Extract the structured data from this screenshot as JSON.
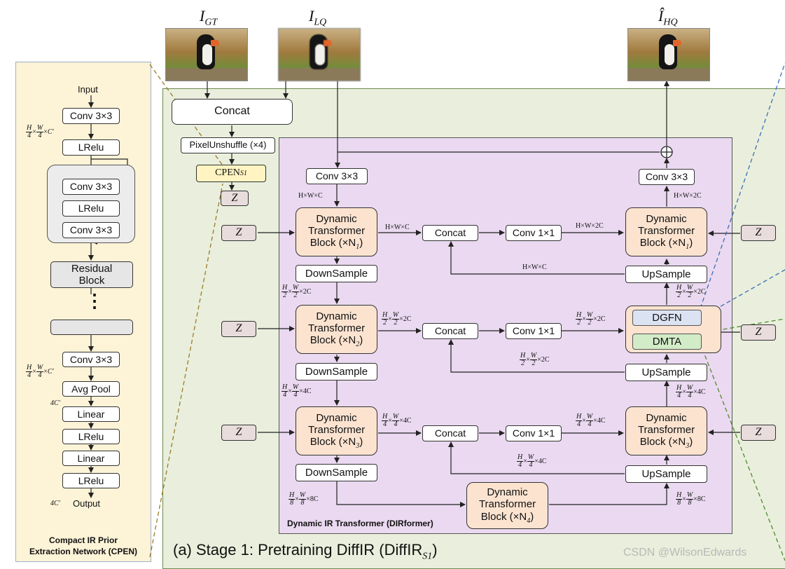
{
  "images": {
    "gt": {
      "letter": "I",
      "sub": "GT"
    },
    "lq": {
      "letter": "I",
      "sub": "LQ"
    },
    "hq": {
      "letter": "Î",
      "sub": "HQ"
    }
  },
  "cpen": {
    "input": "Input",
    "conv": "Conv 3×3",
    "lrelu": "LRelu",
    "residual": "Residual Block",
    "dots": "⋮",
    "avgpool": "Avg Pool",
    "linear": "Linear",
    "output": "Output",
    "dim_4c": "4C′",
    "title_line1": "Compact IR Prior",
    "title_line2": "Extraction Network (CPEN)"
  },
  "stage": {
    "concat": "Concat",
    "pixelunshuffle": "PixelUnshuffle (×4)",
    "cpen_label": "CPEN",
    "cpen_sub": "S1",
    "z": "Z",
    "caption_main": "(a) Stage 1: Pretraining DiffIR (DiffIR",
    "caption_sub": "S1",
    "caption_end": ")"
  },
  "dirformer": {
    "title": "Dynamic IR Transformer (DIRformer)",
    "conv3": "Conv 3×3",
    "conv1": "Conv 1×1",
    "concat": "Concat",
    "downsample": "DownSample",
    "upsample": "UpSample",
    "dtb_line1": "Dynamic",
    "dtb_line2": "Transformer",
    "dtb_block": "Block (×N",
    "n1": "1",
    "n2": "2",
    "n3": "3",
    "n4": "4",
    "dgfn": "DGFN",
    "dmta": "DMTA",
    "hwc": "H×W×C",
    "hw2c": "H×W×2C",
    "x2c": "×2C",
    "x4c": "×4C",
    "x8c": "×8C"
  },
  "watermark": "CSDN @WilsonEdwards"
}
